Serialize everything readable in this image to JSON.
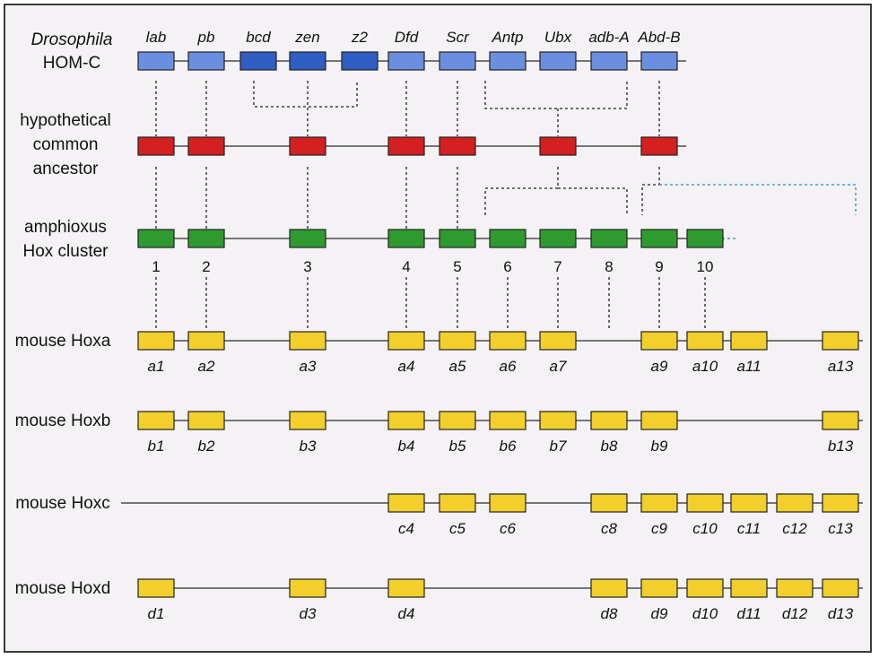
{
  "rows": [
    {
      "id": "dros",
      "label": [
        "Drosophila",
        "HOM-C"
      ],
      "italic_first": true,
      "color": "#6b8fe0",
      "genes": [
        {
          "slot": 1,
          "name": "lab"
        },
        {
          "slot": 2,
          "name": "pb"
        },
        {
          "slot": "bcd",
          "name": "bcd",
          "color": "#2f5fc4"
        },
        {
          "slot": 3,
          "name": "zen",
          "color": "#2f5fc4"
        },
        {
          "slot": "z2",
          "name": "z2",
          "color": "#2f5fc4"
        },
        {
          "slot": 4,
          "name": "Dfd"
        },
        {
          "slot": 5,
          "name": "Scr"
        },
        {
          "slot": 6,
          "name": "Antp"
        },
        {
          "slot": 7,
          "name": "Ubx"
        },
        {
          "slot": 8,
          "name": "adb-A"
        },
        {
          "slot": 9,
          "name": "Abd-B"
        }
      ]
    },
    {
      "id": "ancestor",
      "label": [
        "hypothetical",
        "common",
        "ancestor"
      ],
      "color": "#d42020",
      "genes": [
        {
          "slot": 1
        },
        {
          "slot": 2
        },
        {
          "slot": 3
        },
        {
          "slot": 4
        },
        {
          "slot": 5
        },
        {
          "slot": 7
        },
        {
          "slot": 9
        }
      ]
    },
    {
      "id": "amphioxus",
      "label": [
        "amphioxus",
        "Hox cluster"
      ],
      "color": "#2f9a2f",
      "genes": [
        {
          "slot": 1,
          "name": "1"
        },
        {
          "slot": 2,
          "name": "2"
        },
        {
          "slot": 3,
          "name": "3"
        },
        {
          "slot": 4,
          "name": "4"
        },
        {
          "slot": 5,
          "name": "5"
        },
        {
          "slot": 6,
          "name": "6"
        },
        {
          "slot": 7,
          "name": "7"
        },
        {
          "slot": 8,
          "name": "8"
        },
        {
          "slot": 9,
          "name": "9"
        },
        {
          "slot": 10,
          "name": "10"
        }
      ]
    },
    {
      "id": "hoxa",
      "label": [
        "mouse Hoxa"
      ],
      "color": "#f2cf2a",
      "genes": [
        {
          "slot": 1,
          "name": "a1"
        },
        {
          "slot": 2,
          "name": "a2"
        },
        {
          "slot": 3,
          "name": "a3"
        },
        {
          "slot": 4,
          "name": "a4"
        },
        {
          "slot": 5,
          "name": "a5"
        },
        {
          "slot": 6,
          "name": "a6"
        },
        {
          "slot": 7,
          "name": "a7"
        },
        {
          "slot": 9,
          "name": "a9"
        },
        {
          "slot": 10,
          "name": "a10"
        },
        {
          "slot": 11,
          "name": "a11"
        },
        {
          "slot": 13,
          "name": "a13"
        }
      ]
    },
    {
      "id": "hoxb",
      "label": [
        "mouse Hoxb"
      ],
      "color": "#f2cf2a",
      "genes": [
        {
          "slot": 1,
          "name": "b1"
        },
        {
          "slot": 2,
          "name": "b2"
        },
        {
          "slot": 3,
          "name": "b3"
        },
        {
          "slot": 4,
          "name": "b4"
        },
        {
          "slot": 5,
          "name": "b5"
        },
        {
          "slot": 6,
          "name": "b6"
        },
        {
          "slot": 7,
          "name": "b7"
        },
        {
          "slot": 8,
          "name": "b8"
        },
        {
          "slot": 9,
          "name": "b9"
        },
        {
          "slot": 13,
          "name": "b13"
        }
      ]
    },
    {
      "id": "hoxc",
      "label": [
        "mouse Hoxc"
      ],
      "color": "#f2cf2a",
      "genes": [
        {
          "slot": 4,
          "name": "c4"
        },
        {
          "slot": 5,
          "name": "c5"
        },
        {
          "slot": 6,
          "name": "c6"
        },
        {
          "slot": 8,
          "name": "c8"
        },
        {
          "slot": 9,
          "name": "c9"
        },
        {
          "slot": 10,
          "name": "c10"
        },
        {
          "slot": 11,
          "name": "c11"
        },
        {
          "slot": 12,
          "name": "c12"
        },
        {
          "slot": 13,
          "name": "c13"
        }
      ]
    },
    {
      "id": "hoxd",
      "label": [
        "mouse Hoxd"
      ],
      "color": "#f2cf2a",
      "genes": [
        {
          "slot": 1,
          "name": "d1"
        },
        {
          "slot": 3,
          "name": "d3"
        },
        {
          "slot": 4,
          "name": "d4"
        },
        {
          "slot": 8,
          "name": "d8"
        },
        {
          "slot": 9,
          "name": "d9"
        },
        {
          "slot": 10,
          "name": "d10"
        },
        {
          "slot": 11,
          "name": "d11"
        },
        {
          "slot": 12,
          "name": "d12"
        },
        {
          "slot": 13,
          "name": "d13"
        }
      ]
    }
  ]
}
